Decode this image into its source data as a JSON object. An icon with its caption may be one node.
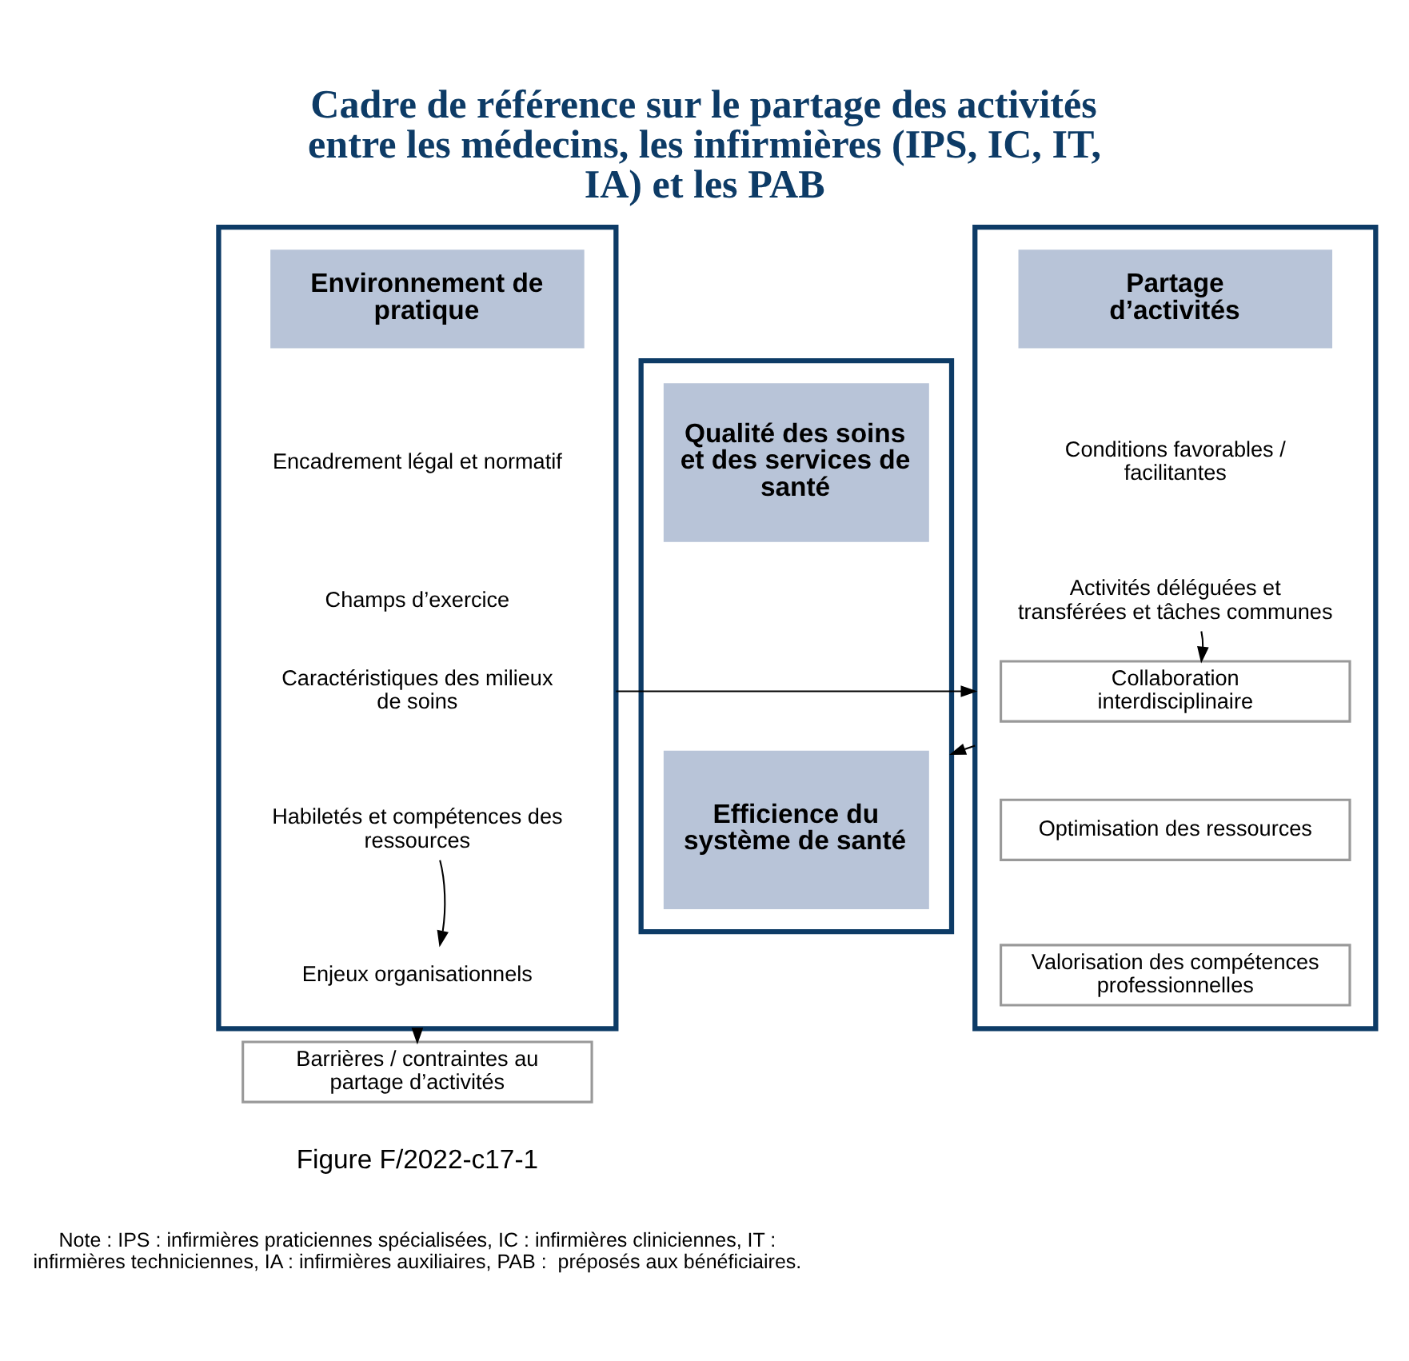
{
  "diagram": {
    "title": "Cadre de référence sur le partage des activités entre les médecins, les infirmières (IPS, IC, IT, IA) et les PAB",
    "caption": "Figure F/2022-c**17-1**",
    "nodes": [
      {
        "text": [],
        "shape": "box"
      },
      {
        "text": [
          "Environnement de pratique"
        ],
        "in": 0
      },
      {
        "text": [
          "Encadrement légal et normatif"
        ],
        "in": 0
      },
      {
        "text": [
          "Champs d’exercice"
        ],
        "in": 0
      },
      {
        "text": [
          "Caractéristiques des milieux de soins"
        ],
        "in": 0
      },
      {
        "text": [
          "Habiletés et compétences des ressources"
        ],
        "in": 0
      },
      {
        "text": [
          "Enjeux organisationnels"
        ],
        "in": 0
      },
      {
        "text": [
          "Barrières / contraintes au partage d’activités"
        ]
      },
      {
        "text": [],
        "shape": "box"
      },
      {
        "text": [
          "Partage d’activités"
        ],
        "in": 8
      },
      {
        "text": [
          "Conditions favorables / facilitantes"
        ],
        "in": 8
      },
      {
        "text": [
          "Activités déléguées et transférées et tâches communes"
        ],
        "in": 8
      },
      {
        "text": [
          "Collaboration interdisciplinaire"
        ],
        "in": 8
      },
      {
        "text": [
          "Optimisation des ressources"
        ],
        "in": 8
      },
      {
        "text": [
          "Valorisation des compétences professionnelles"
        ],
        "in": 8
      },
      {
        "text": [],
        "shape": "box"
      },
      {
        "text": [
          "Qualité des soins et des services de santé"
        ],
        "in": 15
      },
      {
        "text": [
          "Efficience du système de santé"
        ],
        "in": 15
      }
    ],
    "edges": [
      {
        "from": 5,
        "to": 6,
        "arrow": "to"
      },
      {
        "from": 0,
        "to": 7,
        "arrow": "to"
      },
      {
        "from": 0,
        "to": 8,
        "arrow": "to"
      },
      {
        "from": 8,
        "to": 15,
        "arrow": "to"
      },
      {
        "from": 11,
        "to": 12,
        "arrow": "to"
      }
    ],
    "labels": [
      "Note : IPS : infirmières praticiennes spécialisées, IC : infirmières cliniciennes, IT : infirmières techniciennes, IA : infirmières auxiliaires, PAB :  préposés aux bénéficiaires."
    ]
  }
}
